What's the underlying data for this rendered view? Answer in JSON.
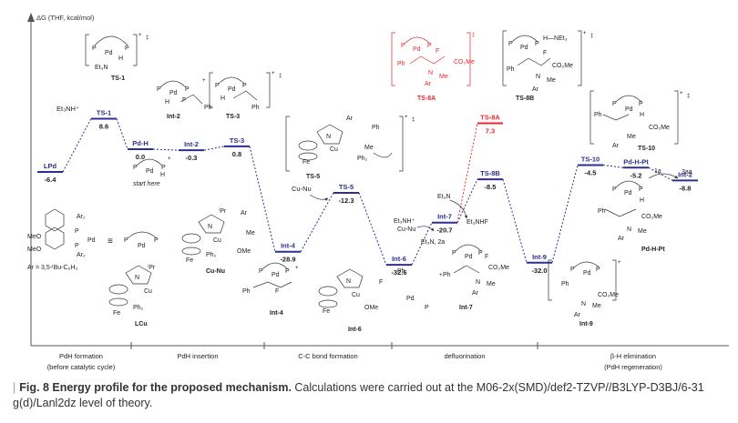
{
  "axis": {
    "ylabel": "ΔG (THF, kcal/mol)"
  },
  "levels": [
    {
      "id": "lpd",
      "label": "LPd",
      "energy": "-6.4",
      "kind": "solid"
    },
    {
      "id": "ts1",
      "label": "TS-1",
      "energy": "8.6",
      "kind": "solid"
    },
    {
      "id": "pdh",
      "label": "Pd-H",
      "energy": "0.0",
      "kind": "solid"
    },
    {
      "id": "int2",
      "label": "Int-2",
      "energy": "-0.3",
      "kind": "solid"
    },
    {
      "id": "ts3",
      "label": "TS-3",
      "energy": "0.8",
      "kind": "solid"
    },
    {
      "id": "int4",
      "label": "Int-4",
      "energy": "-28.9",
      "kind": "solid"
    },
    {
      "id": "ts5",
      "label": "TS-5",
      "energy": "-12.3",
      "kind": "solid"
    },
    {
      "id": "int6",
      "label": "Int-6",
      "energy": "-32.6",
      "kind": "solid"
    },
    {
      "id": "int7",
      "label": "Int-7",
      "energy": "-20.7",
      "kind": "solid"
    },
    {
      "id": "ts8b",
      "label": "TS-8B",
      "energy": "-8.5",
      "kind": "solid"
    },
    {
      "id": "ts8a",
      "label": "TS-8A",
      "energy": "7.3",
      "kind": "red"
    },
    {
      "id": "int9",
      "label": "Int-9",
      "energy": "-32.0",
      "kind": "solid"
    },
    {
      "id": "ts10",
      "label": "TS-10",
      "energy": "-4.5",
      "kind": "solid"
    },
    {
      "id": "pdhpt",
      "label": "Pd-H-Pt",
      "energy": "-5.2",
      "kind": "solid"
    },
    {
      "id": "int2b",
      "label": "Int-2",
      "energy": "-8.8",
      "kind": "solid"
    }
  ],
  "annotations": {
    "et3nh_plus": "Et₃NH⁺",
    "start_here": "start here",
    "cu_nu": "Cu-Nu",
    "et3nh_cunu": "Et₃NH⁺",
    "cunu2": "Cu-Nu",
    "et3n_2a": "Et₃N, 2a",
    "et3nhf": "Et₃NHF",
    "et3n": "Et₃N",
    "label_1a": "1a",
    "label_3aa": "3aa",
    "ar_def": "Ar = 3,5-ᵗBu-C₆H₃"
  },
  "structures": {
    "ts1": "TS-1",
    "int2": "Int-2",
    "ts3": "TS-3",
    "ts5": "TS-5",
    "ts8a": "TS-8A",
    "ts8b": "TS-8B",
    "ts10": "TS-10",
    "pdhpt": "Pd-H-Pt",
    "int4": "Int-4",
    "int6": "Int-6",
    "int7": "Int-7",
    "int9": "Int-9",
    "cunu": "Cu-Nu",
    "lcu": "LCu",
    "texts": {
      "et3n_h": "Et₃N",
      "nh_et3": "H—NEt₃",
      "co2me": "CO₂Me",
      "ome": "OMe",
      "me": "Me",
      "ph": "Ph",
      "ar": "Ar",
      "ipr": "ⁱPr",
      "fe": "Fe",
      "cu": "Cu",
      "pd": "Pd",
      "p": "P",
      "f": "F",
      "n": "N",
      "h": "H",
      "ph2": "Ph₂",
      "ar2": "Ar₂",
      "meo": "MeO",
      "equiv": "≡",
      "dagger": "‡",
      "plus": "+"
    }
  },
  "phases": [
    {
      "label": "PdH formation",
      "sub": "(before catalytic cycle)"
    },
    {
      "label": "PdH insertion",
      "sub": ""
    },
    {
      "label": "C-C bond formation",
      "sub": ""
    },
    {
      "label": "defluorination",
      "sub": ""
    },
    {
      "label": "β-H elimination",
      "sub": "(PdH regeneration)"
    }
  ],
  "caption": {
    "lead": "Fig. 8 Energy profile for the proposed mechanism.",
    "body": " Calculations were carried out at the M06-2x(SMD)/def2-TZVP//B3LYP-D3BJ/6-31 g(d)/Lanl2dz level of theory."
  },
  "colors": {
    "level": "#2b2f8f",
    "red": "#e8262d",
    "text": "#222222",
    "axis": "#555555"
  }
}
